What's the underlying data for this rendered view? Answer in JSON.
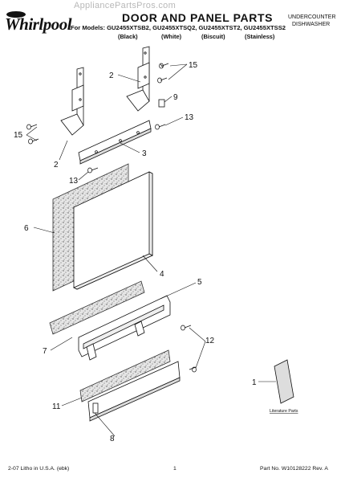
{
  "header": {
    "logo": "Whirlpool",
    "watermark": "AppliancePartsPros.com",
    "title": "DOOR AND PANEL PARTS",
    "models": "For Models: GU2455XTSB2, GU2455XTSQ2, GU2455XTST2, GU2455XTSS2",
    "colors": [
      "(Black)",
      "(White)",
      "(Biscuit)",
      "(Stainless)"
    ],
    "product_line1": "UNDERCOUNTER",
    "product_line2": "DISHWASHER"
  },
  "callouts": [
    "15",
    "2",
    "9",
    "13",
    "15",
    "2",
    "3",
    "13",
    "6",
    "4",
    "5",
    "7",
    "12",
    "1",
    "11",
    "8"
  ],
  "literature_label": "Literature Parts",
  "footer": {
    "left": "2-07 Litho in U.S.A. (ebk)",
    "page": "1",
    "part_no": "Part No. W10128222 Rev. A"
  }
}
